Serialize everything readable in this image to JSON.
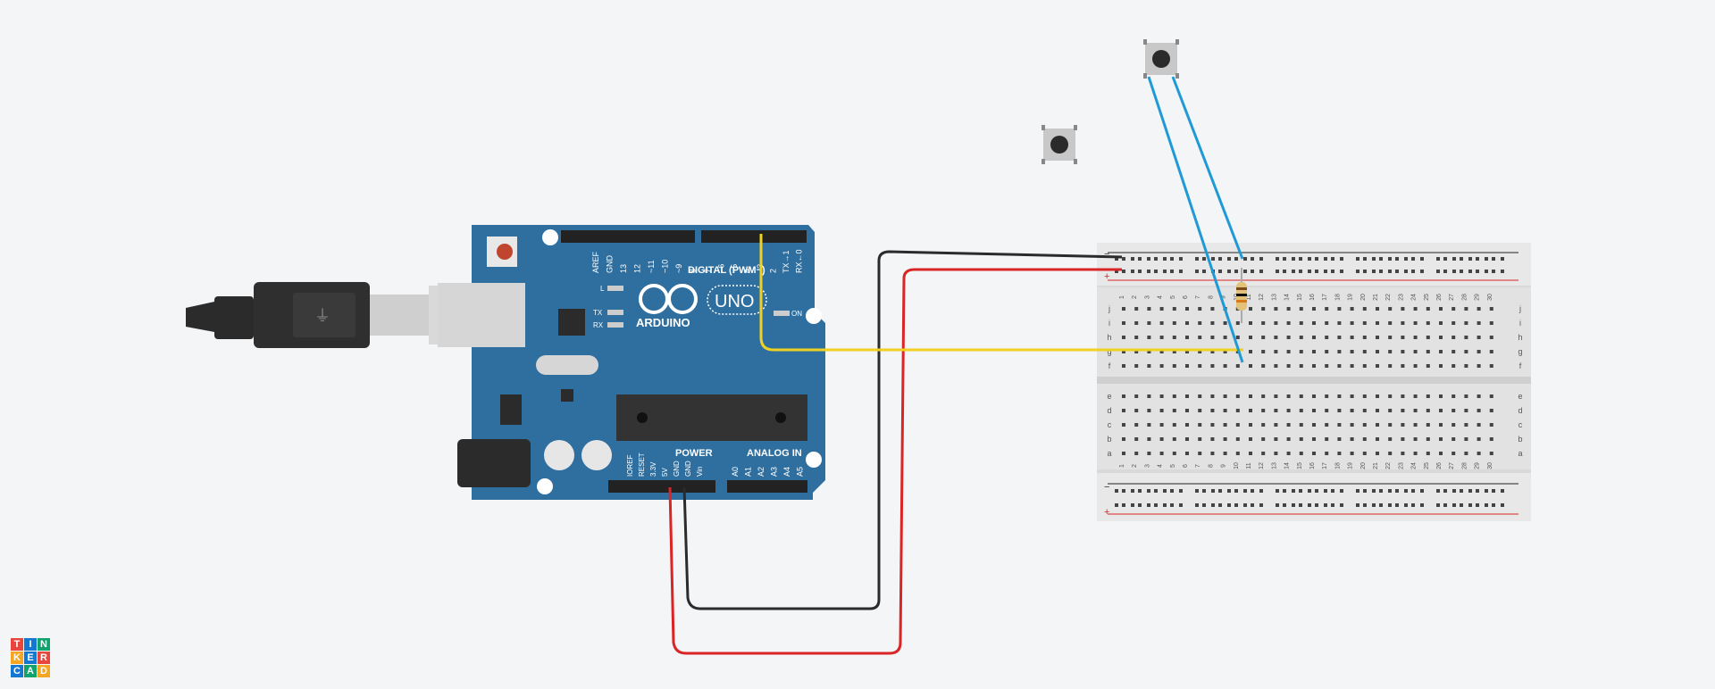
{
  "app": {
    "logo_letters": [
      "T",
      "I",
      "N",
      "K",
      "E",
      "R",
      "C",
      "A",
      "D"
    ],
    "logo_colors": [
      "#e8453c",
      "#1477d1",
      "#11a36d",
      "#f5a623",
      "#1477d1",
      "#e8453c",
      "#1477d1",
      "#11a36d",
      "#f5a623"
    ]
  },
  "arduino": {
    "brand": "ARDUINO",
    "model": "UNO",
    "digital_label": "DIGITAL (PWM~)",
    "power_label": "POWER",
    "analog_label": "ANALOG IN",
    "led_l": "L",
    "led_tx": "TX",
    "led_rx": "RX",
    "led_on": "ON",
    "digital_pins_left": [
      "AREF",
      "GND",
      "13",
      "12",
      "~11",
      "~10",
      "~9",
      "8"
    ],
    "digital_pins_right": [
      "7",
      "~6",
      "~5",
      "4",
      "~3",
      "2",
      "TX→1",
      "RX←0"
    ],
    "power_pins": [
      "IOREF",
      "RESET",
      "3.3V",
      "5V",
      "GND",
      "GND",
      "Vin"
    ],
    "analog_pins": [
      "A0",
      "A1",
      "A2",
      "A3",
      "A4",
      "A5"
    ]
  },
  "breadboard": {
    "rows_top": [
      "j",
      "i",
      "h",
      "g",
      "f"
    ],
    "rows_bottom": [
      "e",
      "d",
      "c",
      "b",
      "a"
    ],
    "columns": [
      "1",
      "2",
      "3",
      "4",
      "5",
      "6",
      "7",
      "8",
      "9",
      "10",
      "11",
      "12",
      "13",
      "14",
      "15",
      "16",
      "17",
      "18",
      "19",
      "20",
      "21",
      "22",
      "23",
      "24",
      "25",
      "26",
      "27",
      "28",
      "29",
      "30"
    ],
    "rail_minus": "−",
    "rail_plus": "+"
  },
  "colors": {
    "board_blue": "#2f6f9f",
    "wire_black": "#2b2b2b",
    "wire_red": "#d92525",
    "wire_yellow": "#f0d020",
    "wire_blue": "#1f9ad6"
  }
}
